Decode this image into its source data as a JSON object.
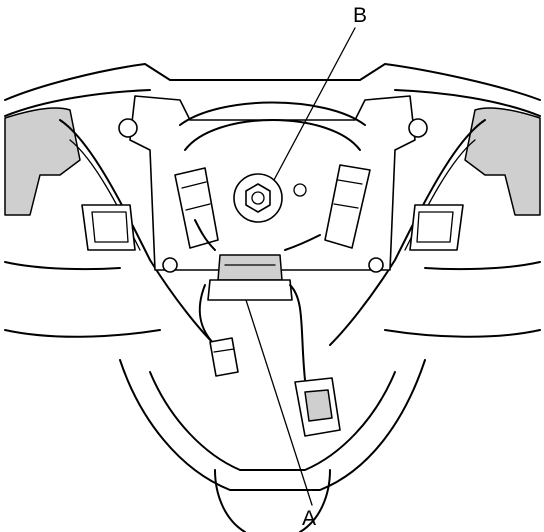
{
  "callouts": [
    {
      "id": "A",
      "label": "A"
    },
    {
      "id": "B",
      "label": "B"
    }
  ]
}
